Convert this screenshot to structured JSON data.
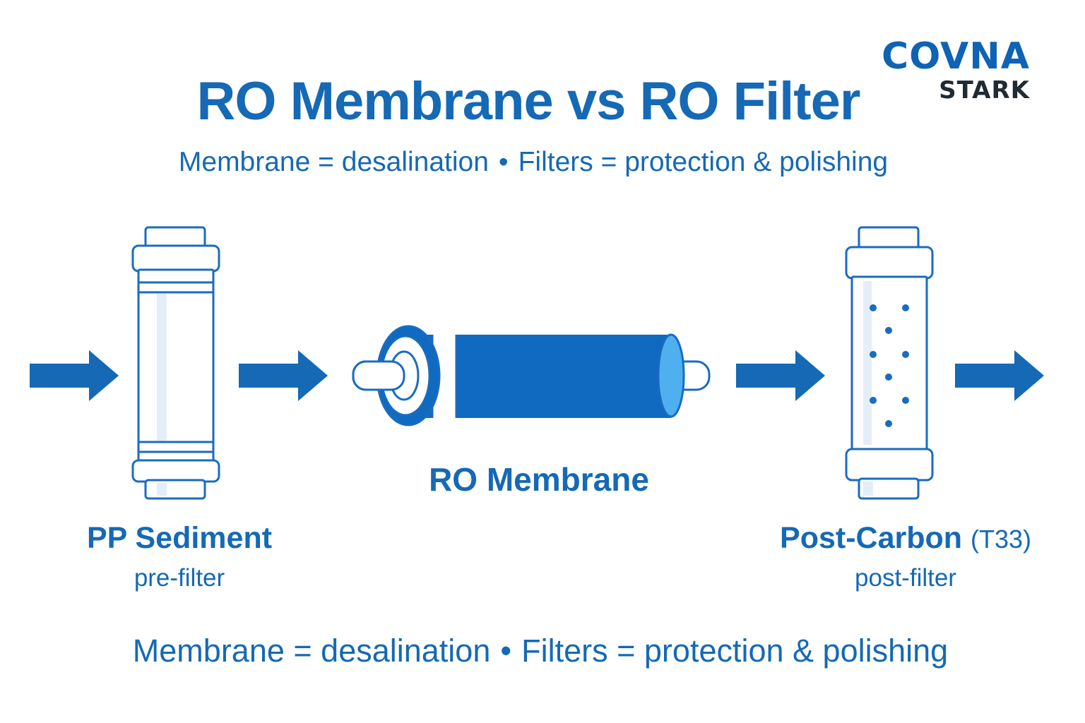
{
  "title": "RO Membrane vs RO Filter",
  "brand": {
    "name": "COVNA",
    "sub": "STARK"
  },
  "subtitle": {
    "membrane_part": "Membrane = desalination",
    "separator": "•",
    "filters_part": "Filters = protection & polishing"
  },
  "stages": [
    {
      "name": "PP Sediment",
      "role": "pre-filter"
    },
    {
      "name": "RO Membrane",
      "role": ""
    },
    {
      "name": "Post-Carbon",
      "tag": "(T33)",
      "role": "post-filter"
    }
  ],
  "footer": {
    "membrane_part": "Membrane = desalination",
    "separator": "•",
    "filters_part": "Filters = protection & polishing"
  },
  "colors": {
    "primary_blue": "#1569b5",
    "membrane_fill": "#0f6ac0",
    "membrane_end": "#4fb0f0",
    "outline": "#1a6bc2",
    "glass": "#ffffff",
    "brand_dark": "#1f2a33"
  },
  "icons": [
    "flow-arrow-icon",
    "sediment-cartridge-icon",
    "ro-membrane-icon",
    "carbon-cartridge-icon"
  ]
}
